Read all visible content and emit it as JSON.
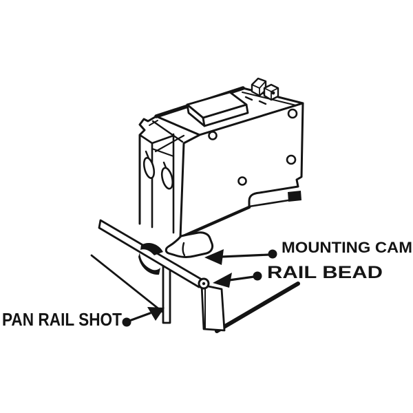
{
  "figure": {
    "type": "technical-line-illustration",
    "subject": "circuit breaker mounted on pan rail",
    "labels": {
      "mounting_cam": "MOUNTING CAM",
      "rail_bead": "RAIL BEAD",
      "pan_rail_shot": "PAN RAIL SHOT"
    },
    "colors": {
      "ink": "#141414",
      "background": "#ffffff"
    }
  }
}
